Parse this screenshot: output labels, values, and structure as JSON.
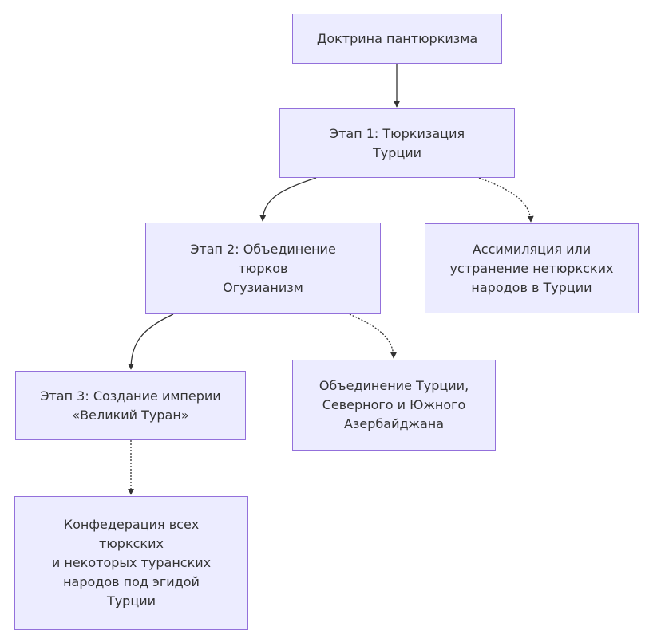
{
  "diagram": {
    "nodes": {
      "root": {
        "label": "Доктрина пантюркизма"
      },
      "stage1": {
        "label": "Этап 1: Тюркизация\nТурции"
      },
      "assimilation": {
        "label": "Ассимиляция или\nустранение нетюркских\nнародов в Турции"
      },
      "stage2": {
        "label": "Этап 2: Объединение\nтюрков\nОгузианизм"
      },
      "unification": {
        "label": "Объединение Турции,\nСеверного и Южного\nАзербайджана"
      },
      "stage3": {
        "label": "Этап 3: Создание империи\n«Великий Туран»"
      },
      "confederation": {
        "label": "Конфедерация всех\nтюркских\nи некоторых туранских\nнародов под эгидой\nТурции"
      }
    },
    "edges": [
      {
        "from": "root",
        "to": "stage1",
        "style": "solid"
      },
      {
        "from": "stage1",
        "to": "stage2",
        "style": "solid"
      },
      {
        "from": "stage1",
        "to": "assimilation",
        "style": "dotted"
      },
      {
        "from": "stage2",
        "to": "stage3",
        "style": "solid"
      },
      {
        "from": "stage2",
        "to": "unification",
        "style": "dotted"
      },
      {
        "from": "stage3",
        "to": "confederation",
        "style": "dotted"
      }
    ],
    "colors": {
      "node_fill": "#ececff",
      "node_border": "#9370db",
      "edge": "#333333",
      "text": "#333333"
    }
  }
}
